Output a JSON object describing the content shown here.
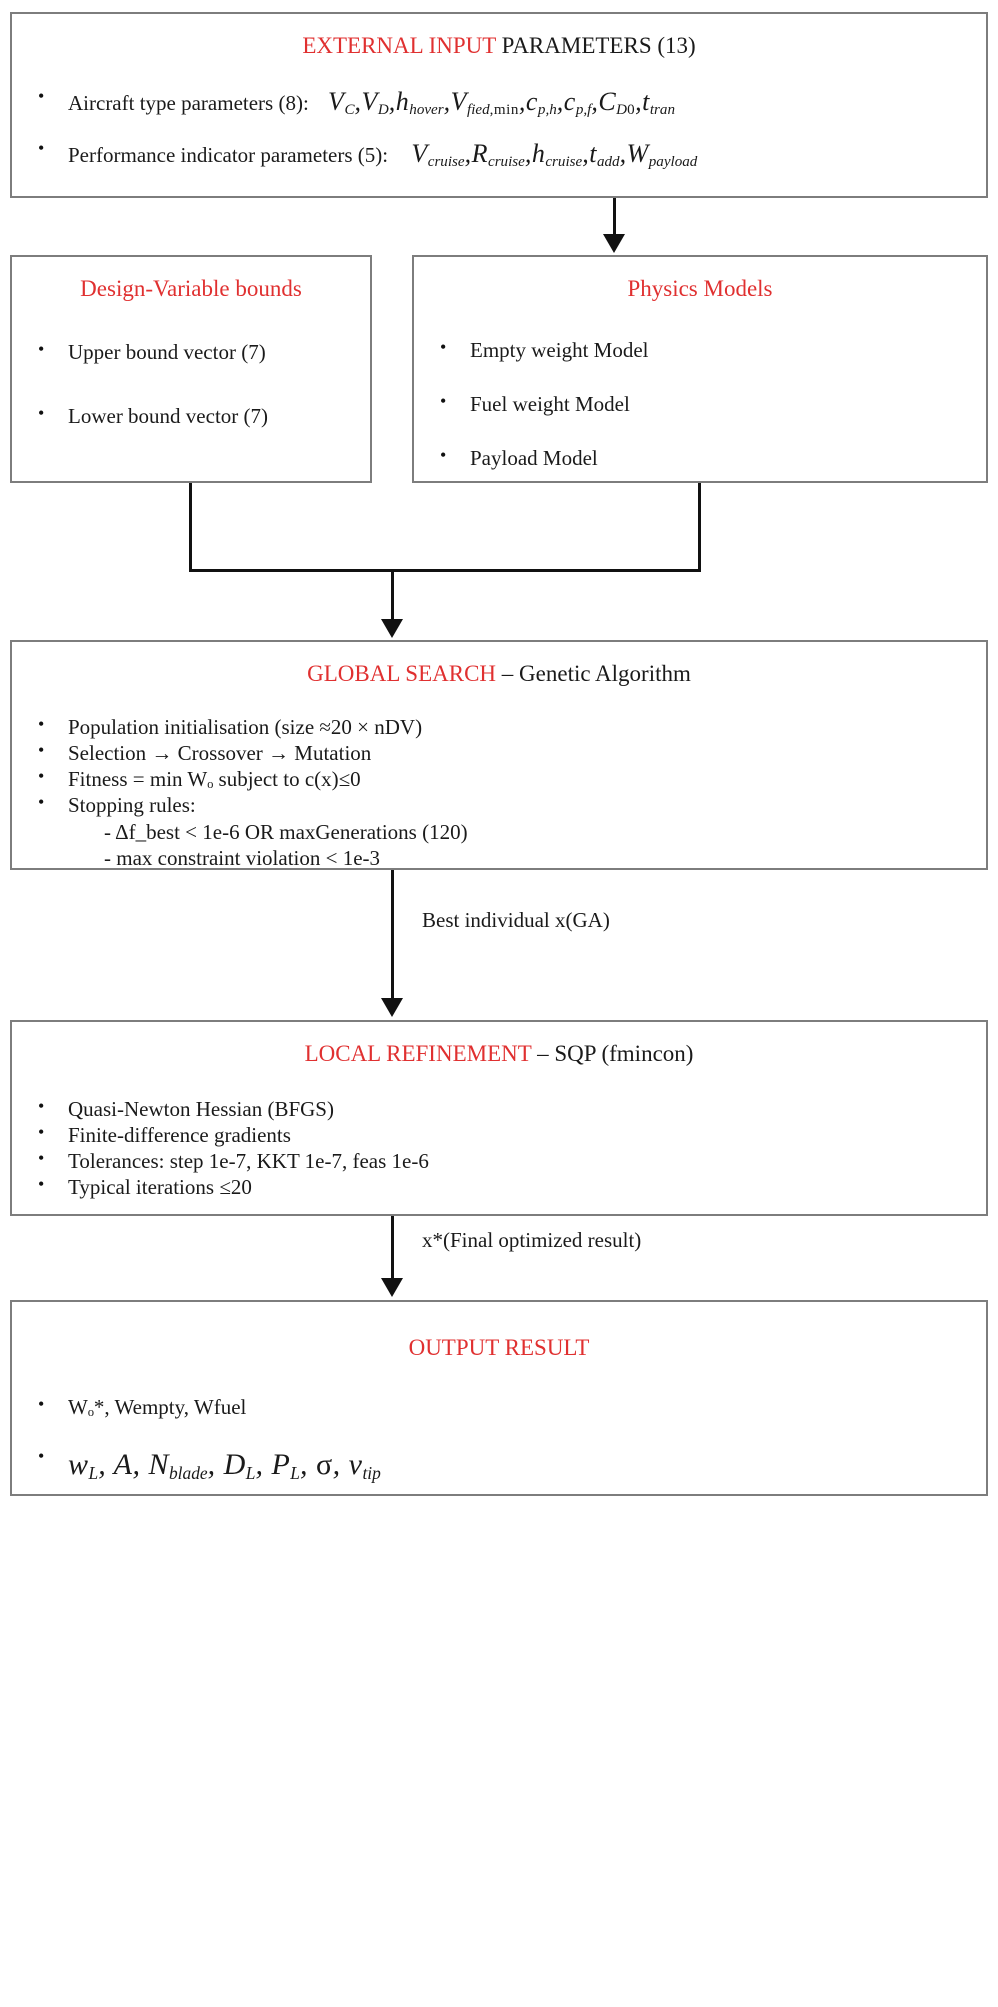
{
  "boxes": {
    "external": {
      "title_red": "EXTERNAL INPUT",
      "title_black": " PARAMETERS (13)",
      "bullets": [
        {
          "label": "Aircraft type parameters (8):",
          "math": "V_C, V_D, h_hover, V_fied,min, c_p,h, c_p,f, C_D0, t_tran"
        },
        {
          "label": "Performance indicator parameters (5):",
          "math": "V_cruise, R_cruise, h_cruise, t_add, W_payload"
        }
      ]
    },
    "bounds": {
      "title": "Design-Variable bounds",
      "bullets": [
        "Upper bound vector (7)",
        "Lower bound vector (7)"
      ]
    },
    "physics": {
      "title": "Physics Models",
      "bullets": [
        "Empty weight Model",
        "Fuel weight Model",
        "Payload Model"
      ]
    },
    "global": {
      "title_red": "GLOBAL SEARCH",
      "title_black": " –  Genetic Algorithm",
      "bullets": [
        "Population initialisation (size ≈20 × nDV)",
        "Selection  →  Crossover  →  Mutation",
        "Fitness  =  min Wₒ  subject to  c(x)≤0",
        "Stopping rules:"
      ],
      "sub_bullets": [
        "- Δf_best < 1e-6  OR  maxGenerations (120)",
        "- max constraint violation < 1e-3"
      ]
    },
    "local": {
      "title_red": "LOCAL REFINEMENT",
      "title_black": " –  SQP  (fmincon)",
      "bullets": [
        "Quasi-Newton Hessian (BFGS)",
        "Finite-difference gradients",
        "Tolerances:   step 1e-7,  KKT 1e-7,  feas 1e-6",
        "Typical iterations ≤20"
      ]
    },
    "output": {
      "title": "OUTPUT RESULT",
      "bullets": [
        "Wₒ*, Wempty, Wfuel"
      ],
      "math_bullet": "w_L, A, N_blade, D_L, P_L, σ, v_tip"
    }
  },
  "edges": {
    "ga_to_sqp_label": "Best individual x(GA)",
    "sqp_to_output_label": "x*(Final optimized result)"
  },
  "colors": {
    "accent_red": "#e03030",
    "box_border": "#7d7d7d",
    "connector": "#111111",
    "text": "#1a1a1a",
    "background": "#ffffff"
  }
}
